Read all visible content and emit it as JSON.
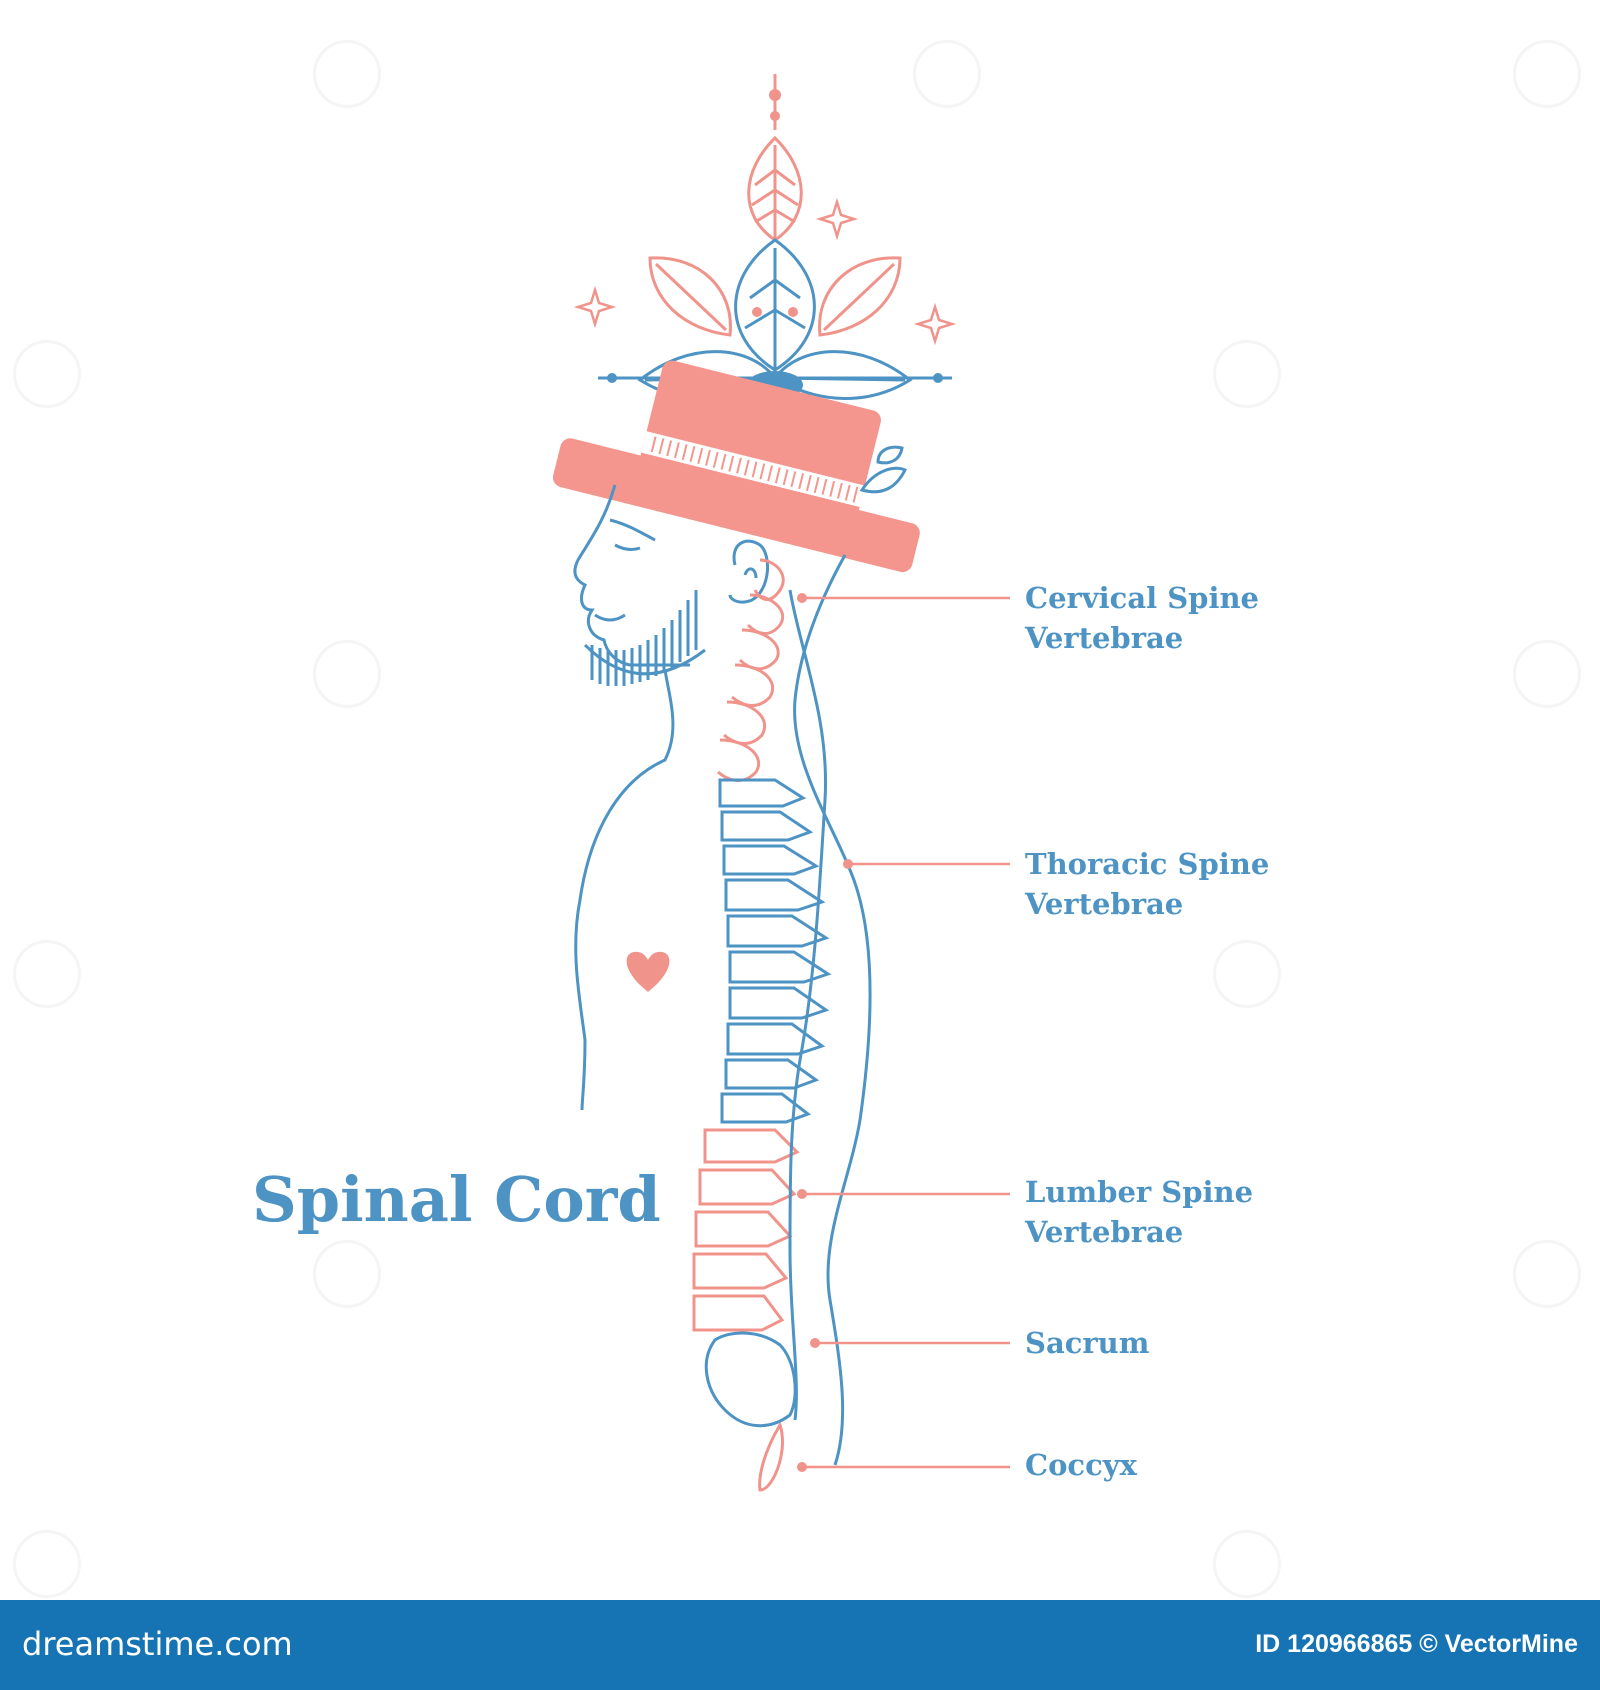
{
  "diagram": {
    "title": "Spinal Cord",
    "labels": [
      {
        "id": "cervical",
        "line1": "Cervical Spine",
        "line2": "Vertebrae"
      },
      {
        "id": "thoracic",
        "line1": "Thoracic Spine",
        "line2": "Vertebrae"
      },
      {
        "id": "lumber",
        "line1": "Lumber Spine",
        "line2": "Vertebrae"
      },
      {
        "id": "sacrum",
        "line1": "Sacrum",
        "line2": ""
      },
      {
        "id": "coccyx",
        "line1": "Coccyx",
        "line2": ""
      }
    ],
    "colors": {
      "blue": "#4d93c4",
      "pink": "#f0938b",
      "hat": "#f4968d",
      "footer": "#1774b4"
    }
  },
  "footer": {
    "brand": "dreamstime.com",
    "credit": "ID 120966865 © VectorMine"
  }
}
